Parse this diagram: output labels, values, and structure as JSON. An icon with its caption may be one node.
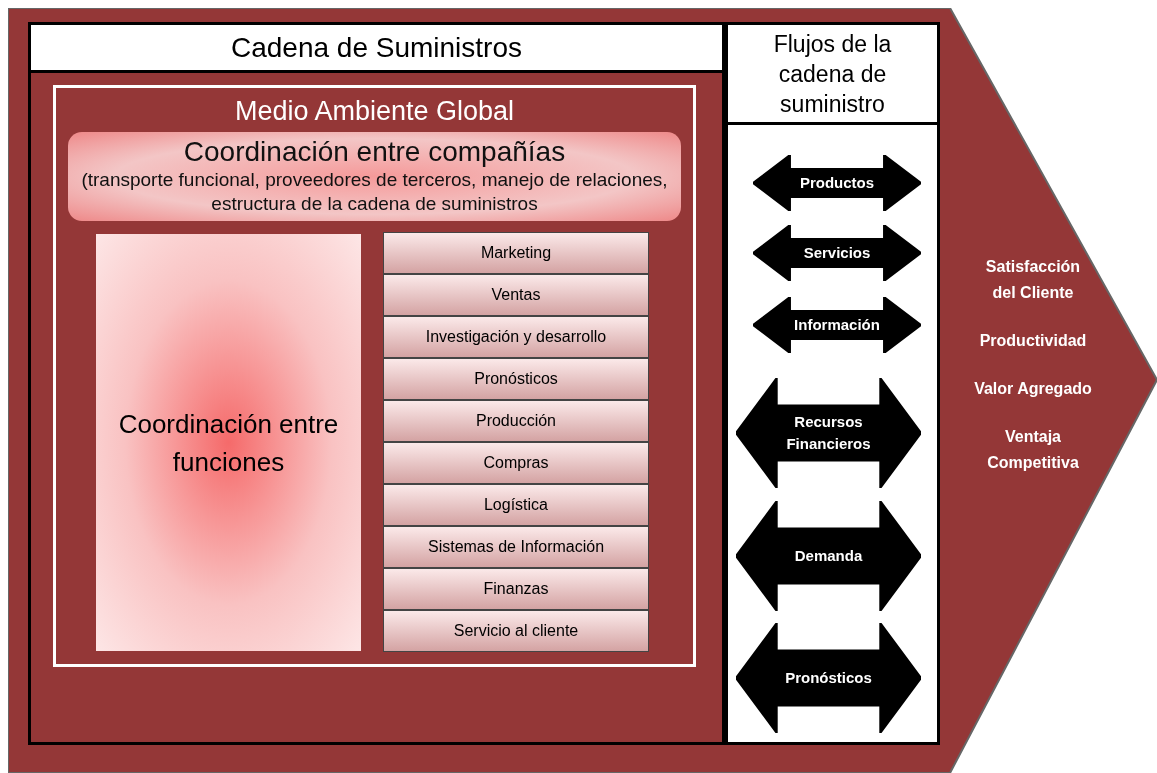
{
  "diagram": {
    "nodes": [
      {
        "text": [
          "Satisfacción del Cliente",
          "Productividad",
          "Valor Agregado",
          "Ventaja Competitiva"
        ]
      },
      {
        "text": [
          "Cadena de Suministros"
        ],
        "in": 0
      },
      {
        "text": [
          "Medio Ambiente Global"
        ],
        "in": 1
      },
      {
        "text": [
          "Coordinación entre compañías",
          "(transporte funcional, proveedores de terceros, manejo de relaciones, estructura de la cadena de suministros"
        ],
        "in": 2
      },
      {
        "text": [
          "Coordinación entre funciones"
        ],
        "in": 2
      },
      {
        "text": [
          "Marketing"
        ],
        "in": 2
      },
      {
        "text": [
          "Ventas"
        ],
        "in": 2
      },
      {
        "text": [
          "Investigación y desarrollo"
        ],
        "in": 2
      },
      {
        "text": [
          "Pronósticos"
        ],
        "in": 2
      },
      {
        "text": [
          "Producción"
        ],
        "in": 2
      },
      {
        "text": [
          "Compras"
        ],
        "in": 2
      },
      {
        "text": [
          "Logística"
        ],
        "in": 2
      },
      {
        "text": [
          "Sistemas de Información"
        ],
        "in": 2
      },
      {
        "text": [
          "Finanzas"
        ],
        "in": 2
      },
      {
        "text": [
          "Servicio al cliente"
        ],
        "in": 2
      },
      {
        "text": [
          "Flujos de la cadena de suministro"
        ],
        "in": 0
      },
      {
        "text": [
          "Productos"
        ],
        "in": 15
      },
      {
        "text": [
          "Servicios"
        ],
        "in": 15
      },
      {
        "text": [
          "Información"
        ],
        "in": 15
      },
      {
        "text": [
          "Recursos Financieros"
        ],
        "in": 15
      },
      {
        "text": [
          "Demanda"
        ],
        "in": 15
      },
      {
        "text": [
          "Pronósticos"
        ],
        "in": 15
      }
    ]
  }
}
